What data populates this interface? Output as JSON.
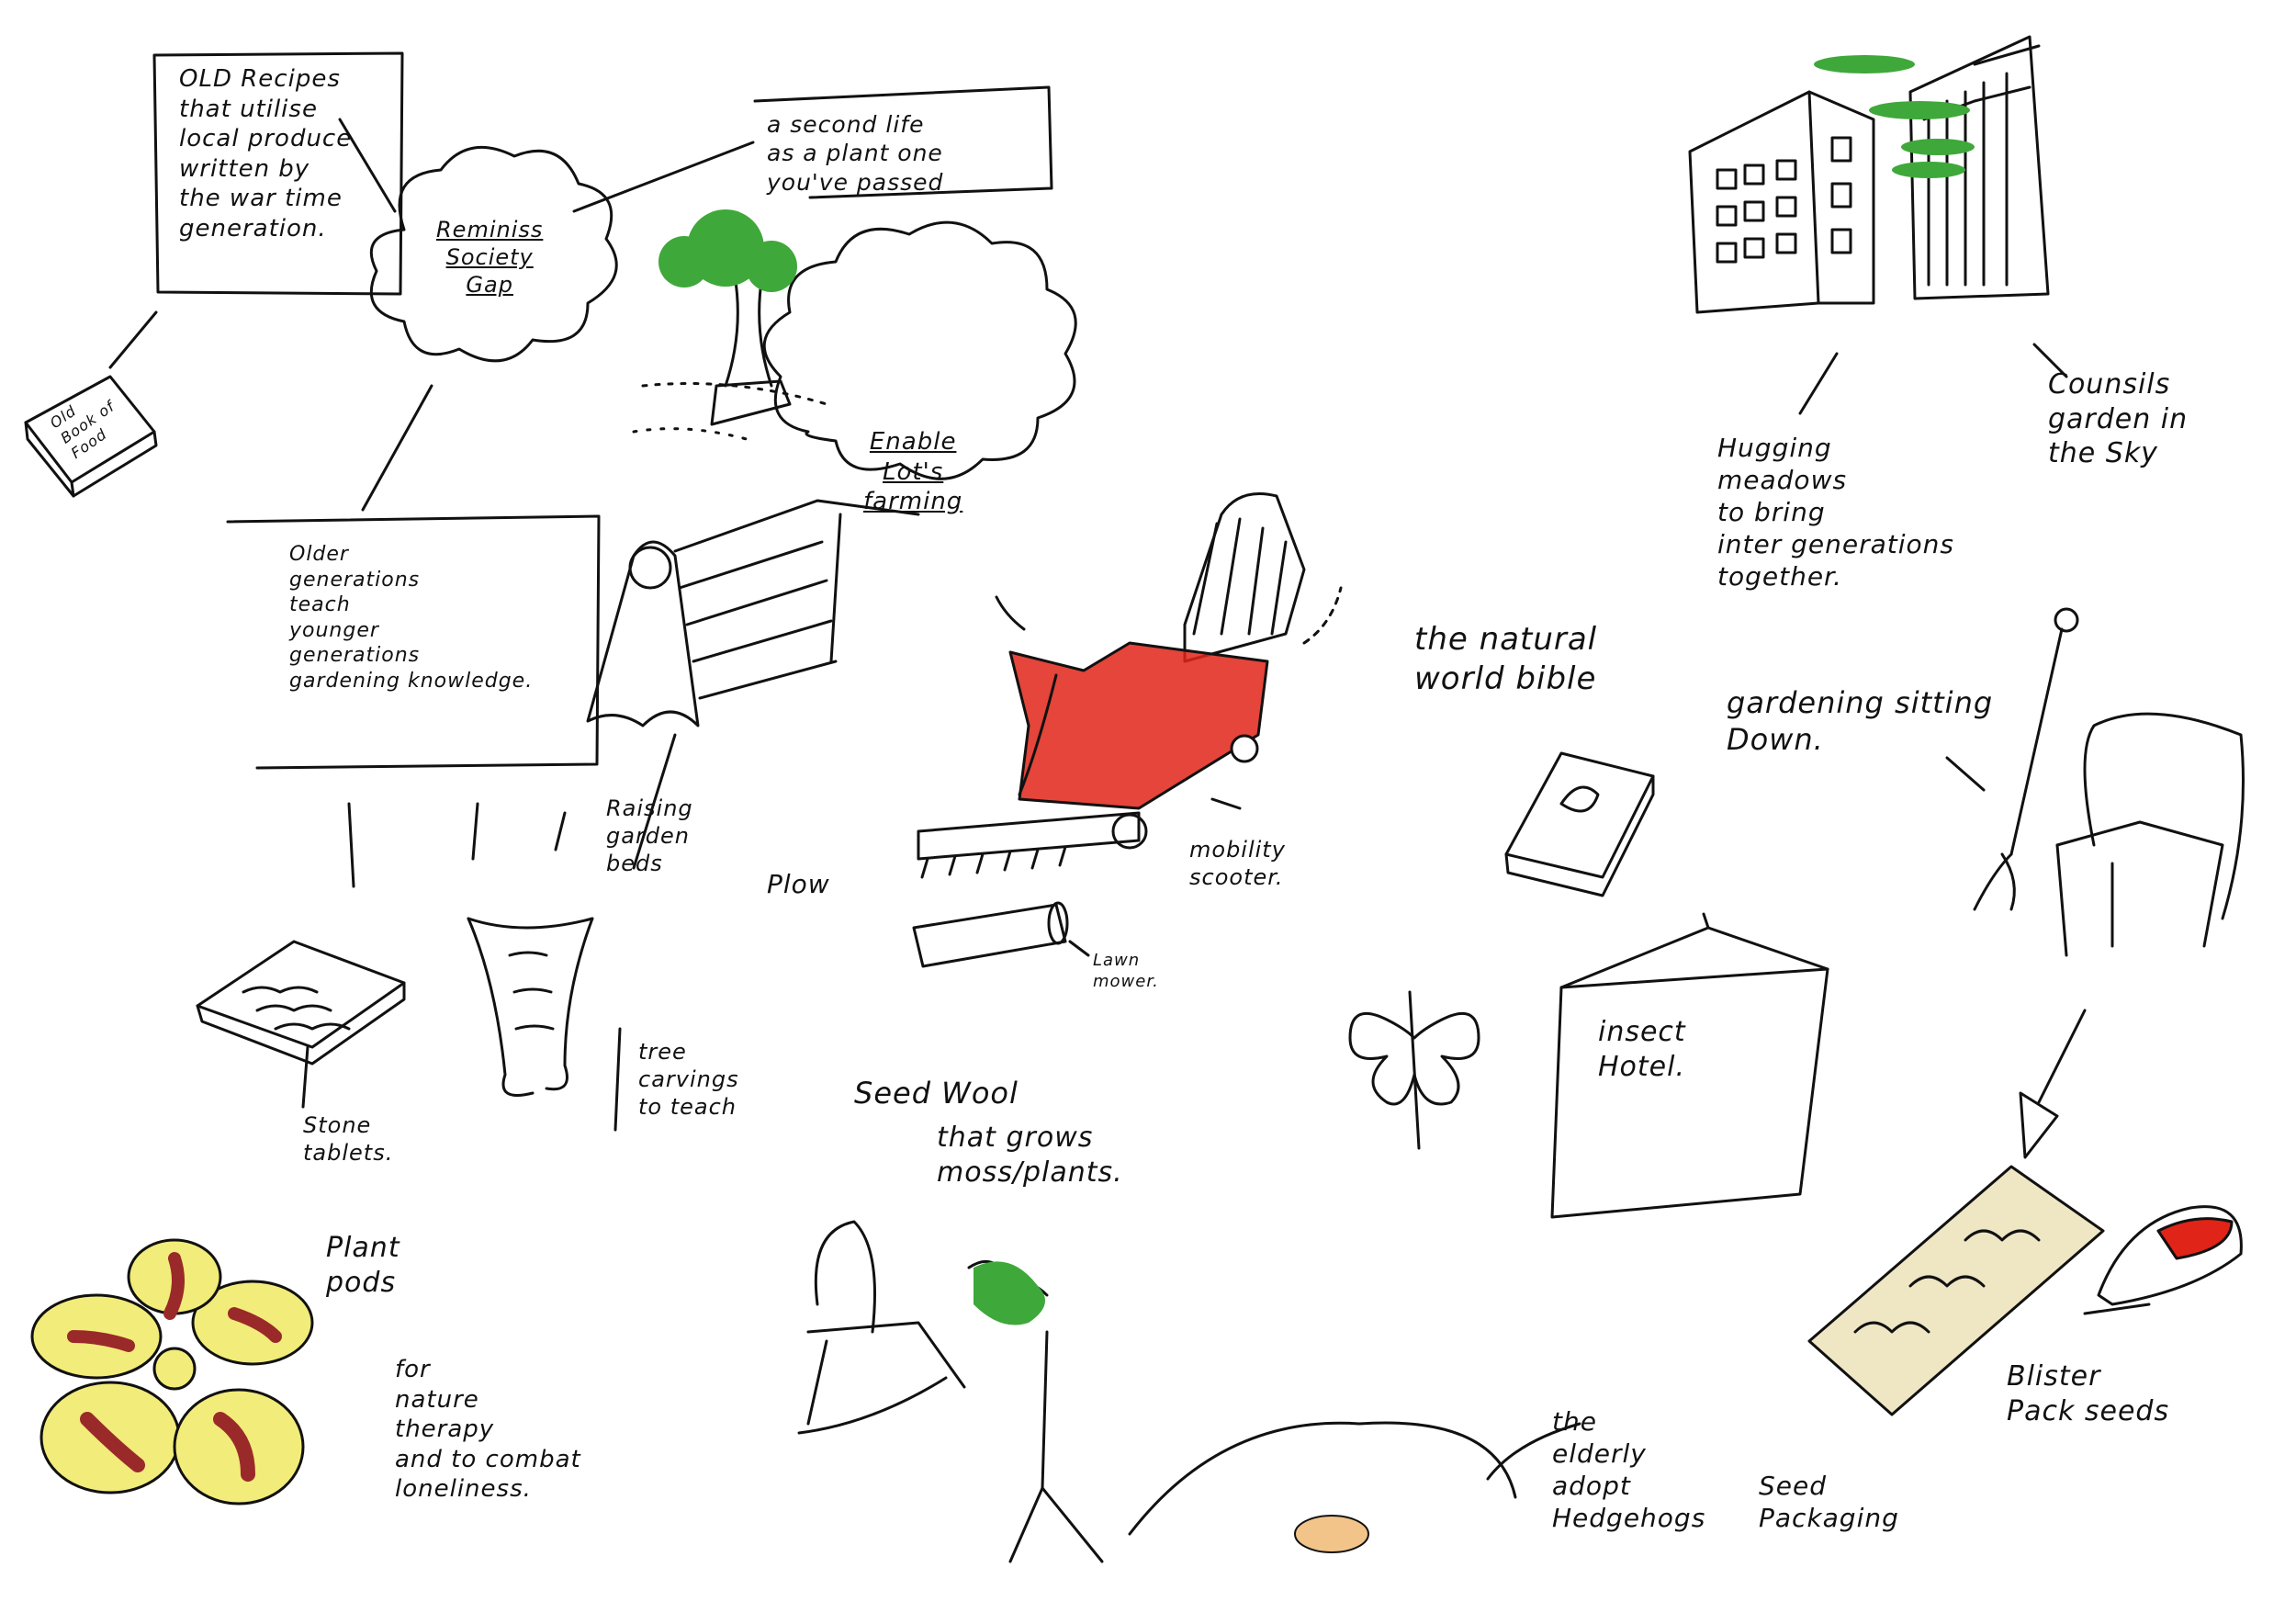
{
  "notes": {
    "old_recipes": "OLD Recipes\nthat utilise\nlocal produce\nwritten by\nthe war time\ngeneration.",
    "old_book": "Old\nBook of\nFood",
    "second_life": "a second life\nas a plant one\nyou've passed",
    "reminiss": "Reminiss\nSociety\nGap",
    "enable_farming": "Enable\nLot's\nfarming",
    "teach": "Older\ngenerations\nteach\nyounger\ngenerations\ngardening knowledge.",
    "raised_beds": "Raising\ngarden\nbeds",
    "plow": "Plow",
    "mobility": "mobility\nscooter.",
    "lawn_mower": "Lawn\nmower.",
    "stone_tablets": "Stone\ntablets.",
    "tree_carvings": "tree\ncarvings\nto teach",
    "seed_wool": "Seed Wool",
    "grows_moss": "that grows\nmoss/plants.",
    "plant_pods": "Plant\npods",
    "for_nature": "for\nnature\ntherapy\nand to combat\nloneliness.",
    "natural_world": "the natural\nworld bible",
    "gardening_down": "gardening sitting\nDown.",
    "hugging": "Hugging\nmeadows\nto bring\ninter generations\ntogether.",
    "councils": "Counsils\ngarden in\nthe Sky",
    "insect_hotel": "insect\nHotel.",
    "elderly_hedgehogs": "the\nelderly\nadopt\nHedgehogs",
    "seed_packaging": "Seed\nPackaging",
    "blister_pack": "Blister\nPack seeds"
  },
  "colors": {
    "ink": "#111111",
    "scooter_red": "#e02418",
    "leaf_green": "#3fa83a",
    "pod_yellow": "#f2ec7a",
    "pod_bean": "#9a2a2a",
    "packaging_cream": "#efe6c4",
    "hedgehog": "#f2c48a"
  }
}
